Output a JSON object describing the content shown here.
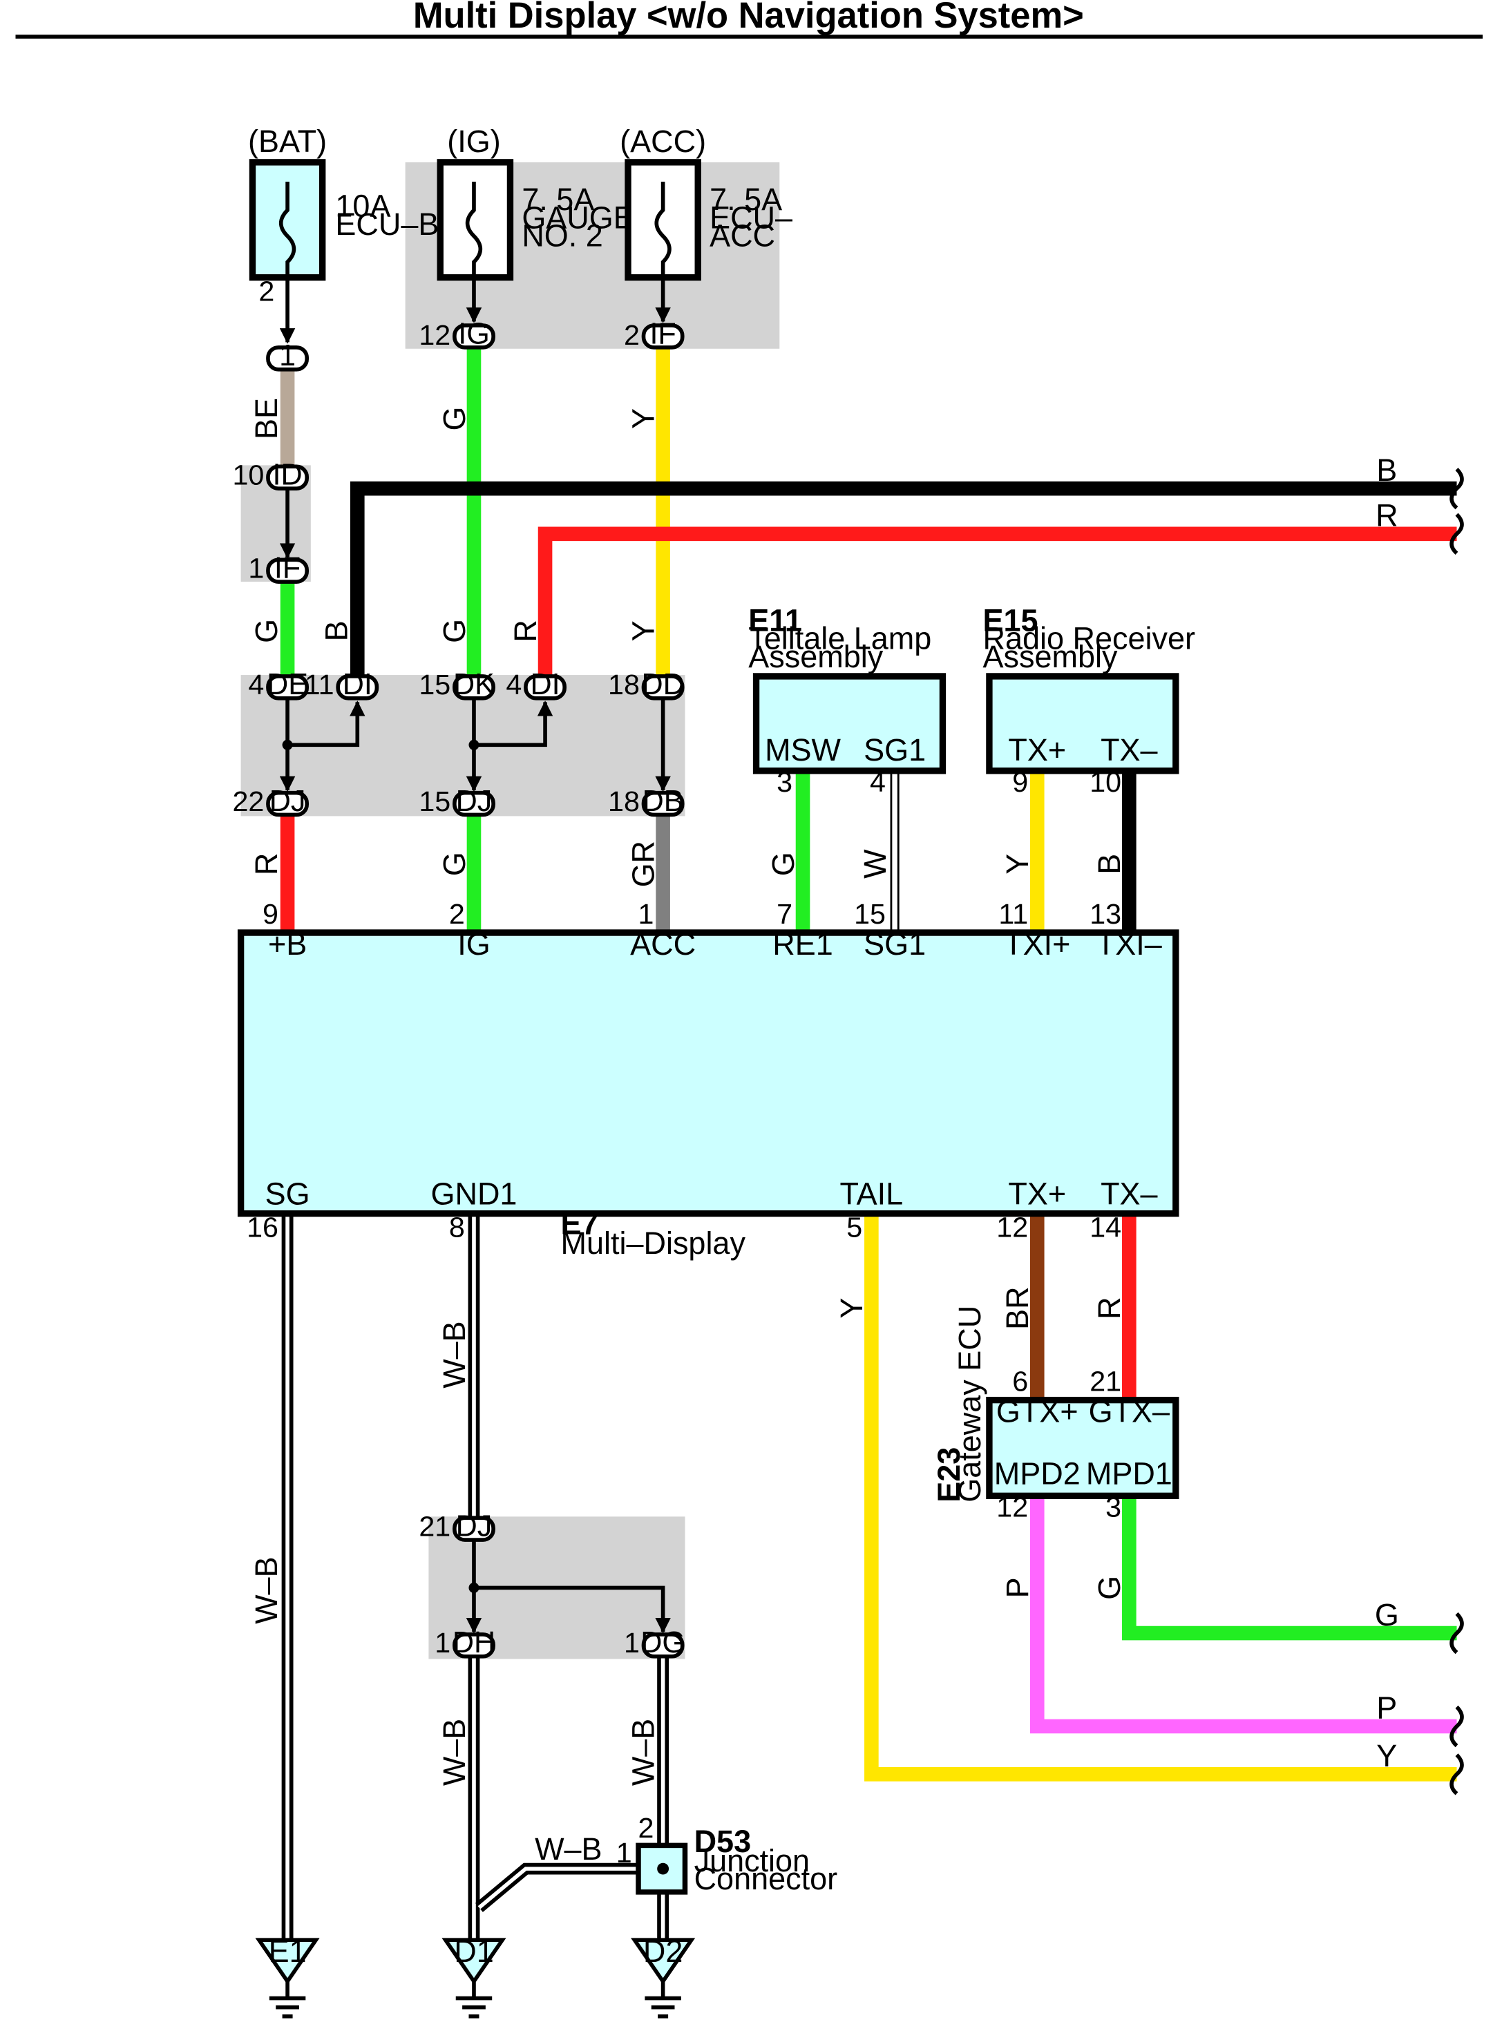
{
  "title": "Multi Display <w/o Navigation System>",
  "fuses": [
    {
      "supply": "(BAT)",
      "rating": "10A",
      "name_lines": [
        "ECU–B"
      ],
      "out_pin": "2"
    },
    {
      "supply": "(IG)",
      "rating": "7. 5A",
      "name_lines": [
        "GAUGE",
        "NO. 2"
      ],
      "out_pin": "12",
      "out_conn": "IG"
    },
    {
      "supply": "(ACC)",
      "rating": "7. 5A",
      "name_lines": [
        "ECU–",
        "ACC"
      ],
      "out_pin": "2",
      "out_conn": "IF"
    }
  ],
  "connectors": {
    "c1": {
      "id": "1"
    },
    "id10": {
      "pin": "10",
      "id": "ID"
    },
    "if1": {
      "pin": "1",
      "id": "IF"
    },
    "de4": {
      "pin": "4",
      "id": "DE"
    },
    "di11": {
      "pin": "11",
      "id": "DI"
    },
    "dk15": {
      "pin": "15",
      "id": "DK"
    },
    "di4": {
      "pin": "4",
      "id": "DI"
    },
    "dd18": {
      "pin": "18",
      "id": "DD"
    },
    "dj22": {
      "pin": "22",
      "id": "DJ"
    },
    "dj15": {
      "pin": "15",
      "id": "DJ"
    },
    "db18": {
      "pin": "18",
      "id": "DB"
    },
    "dj21": {
      "pin": "21",
      "id": "DJ"
    },
    "dh1": {
      "pin": "1",
      "id": "DH"
    },
    "dg1": {
      "pin": "1",
      "id": "DG"
    }
  },
  "wire_colors": {
    "BE": "#b8a898",
    "G": "#22ee22",
    "Y": "#ffe600",
    "B": "#000000",
    "R": "#ff1a1a",
    "GR": "#808080",
    "W": "#ffffff",
    "BR": "#8b3a0f",
    "P": "#ff66ff",
    "W-B": "#ffffff"
  },
  "wires": {
    "be": "BE",
    "g_ig": "G",
    "y_acc": "Y",
    "b_top": "B",
    "r_top": "R",
    "g_if": "G",
    "b_di": "B",
    "g_dk": "G",
    "r_di": "R",
    "y_dd": "Y",
    "r_dj": "R",
    "g_dj": "G",
    "gr_db": "GR",
    "g_msw": "G",
    "w_sg1": "W",
    "y_txp": "Y",
    "b_txm": "B",
    "wb_sg": "W–B",
    "wb_gnd1": "W–B",
    "y_tail": "Y",
    "br_txp": "BR",
    "r_txm": "R",
    "wb_dh": "W–B",
    "wb_dg": "W–B",
    "wb_d53": "W–B",
    "p_mpd2": "P",
    "g_mpd1": "G",
    "b_end": "B",
    "r_end": "R",
    "g_end": "G",
    "p_end": "P",
    "y_end": "Y"
  },
  "e11": {
    "code": "E11",
    "name_lines": [
      "Telltale Lamp",
      "Assembly"
    ],
    "pins": [
      "MSW",
      "SG1"
    ],
    "pin_nums": [
      "3",
      "4"
    ]
  },
  "e15": {
    "code": "E15",
    "name_lines": [
      "Radio Receiver",
      "Assembly"
    ],
    "pins": [
      "TX+",
      "TX–"
    ],
    "pin_nums": [
      "9",
      "10"
    ]
  },
  "e7": {
    "code": "E7",
    "name": "Multi–Display",
    "top_pins": [
      "+B",
      "IG",
      "ACC",
      "RE1",
      "SG1",
      "TXI+",
      "TXI–"
    ],
    "top_nums": [
      "9",
      "2",
      "1",
      "7",
      "15",
      "11",
      "13"
    ],
    "bottom_pins": [
      "SG",
      "GND1",
      "TAIL",
      "TX+",
      "TX–"
    ],
    "bottom_nums": [
      "16",
      "8",
      "5",
      "12",
      "14"
    ]
  },
  "e23": {
    "code": "E23",
    "name": "Gateway ECU",
    "pins": [
      "GTX+",
      "GTX–",
      "MPD2",
      "MPD1"
    ],
    "pin_nums": [
      "6",
      "21",
      "12",
      "3"
    ]
  },
  "d53": {
    "code": "D53",
    "name_lines": [
      "Junction",
      "Connector"
    ],
    "pin_top": "2",
    "pin_left": "1"
  },
  "grounds": [
    "E1",
    "D1",
    "D2"
  ]
}
